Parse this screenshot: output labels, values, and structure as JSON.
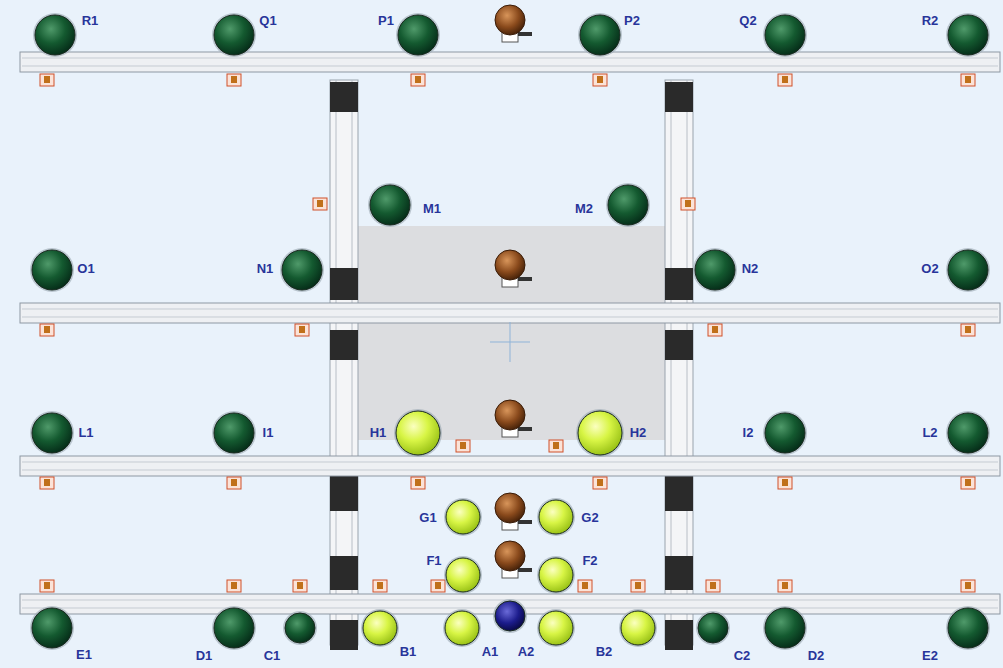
{
  "diagram": {
    "labels": [
      "R1",
      "Q1",
      "P1",
      "P2",
      "Q2",
      "R2",
      "M1",
      "M2",
      "O1",
      "N1",
      "N2",
      "O2",
      "L1",
      "I1",
      "H1",
      "H2",
      "I2",
      "L2",
      "G1",
      "G2",
      "F1",
      "F2",
      "E1",
      "D1",
      "C1",
      "B1",
      "A1",
      "A2",
      "B2",
      "C2",
      "D2",
      "E2"
    ]
  }
}
